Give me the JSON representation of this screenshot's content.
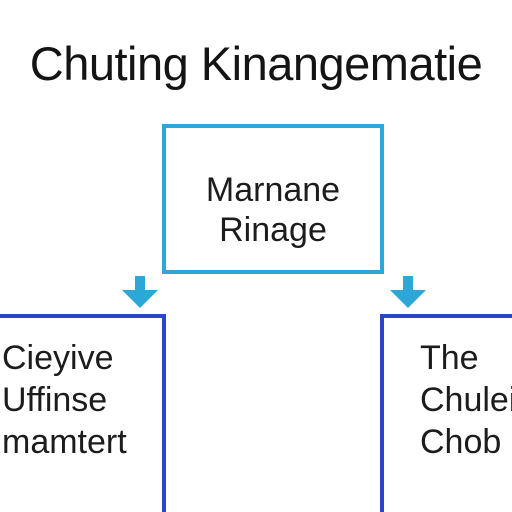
{
  "title": "Chuting Kinangematie",
  "nodes": {
    "top": {
      "lines": [
        "Marnane",
        "Rinage"
      ]
    },
    "left": {
      "lines": [
        "Cieyive",
        "Uffinse",
        "mamtert"
      ]
    },
    "right": {
      "lines": [
        "The",
        "Chuleit",
        "Chob"
      ]
    }
  },
  "colors": {
    "top_border": "#2ba8d8",
    "bottom_border": "#2a45c8",
    "arrow": "#2ba8d8"
  },
  "icons": {
    "connector": "arrow-down-icon"
  }
}
